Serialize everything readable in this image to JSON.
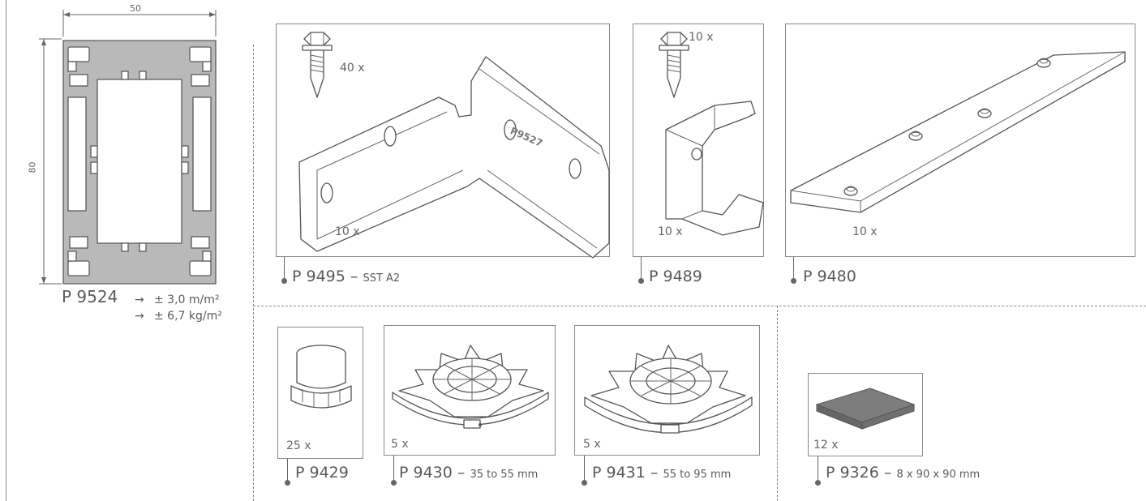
{
  "profile": {
    "width_dim": "50",
    "height_dim": "80",
    "code": "P 9524",
    "spec_1": "± 3,0 m/m²",
    "spec_2": "± 6,7 kg/m²",
    "arrow": "→"
  },
  "items": [
    {
      "code": "P 9495",
      "separator": "–",
      "detail": "SST A2",
      "screw_qty": "40 x",
      "qty": "10 x",
      "stamp": "P9527"
    },
    {
      "code": "P 9489",
      "screw_qty": "10 x",
      "qty": "10 x"
    },
    {
      "code": "P 9480",
      "qty": "10 x"
    },
    {
      "code": "P 9429",
      "qty": "25 x"
    },
    {
      "code": "P 9430",
      "separator": "–",
      "detail": "35 to 55 mm",
      "qty": "5 x"
    },
    {
      "code": "P 9431",
      "separator": "–",
      "detail": "55 to 95 mm",
      "qty": "5 x"
    },
    {
      "code": "P 9326",
      "separator": "–",
      "detail": "8 x 90 x 90 mm",
      "qty": "12 x"
    }
  ]
}
